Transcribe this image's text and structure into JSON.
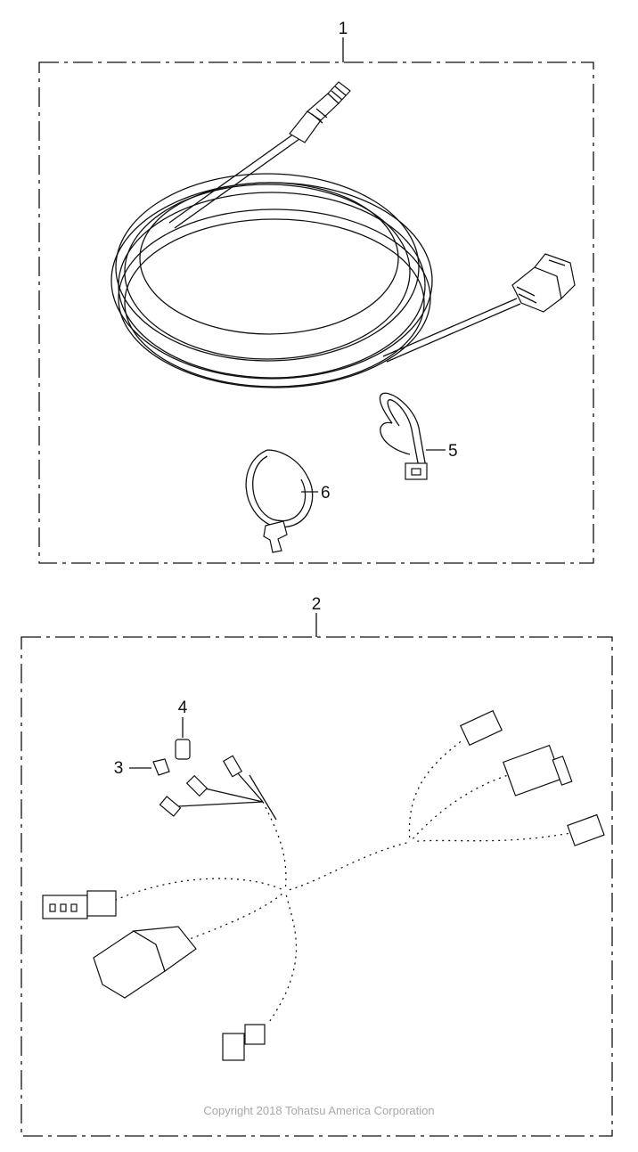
{
  "callouts": {
    "kit1": "1",
    "kit2": "2",
    "part3": "3",
    "part4": "4",
    "part5": "5",
    "part6": "6"
  },
  "copyright": "Copyright 2018 Tohatsu America Corporation"
}
